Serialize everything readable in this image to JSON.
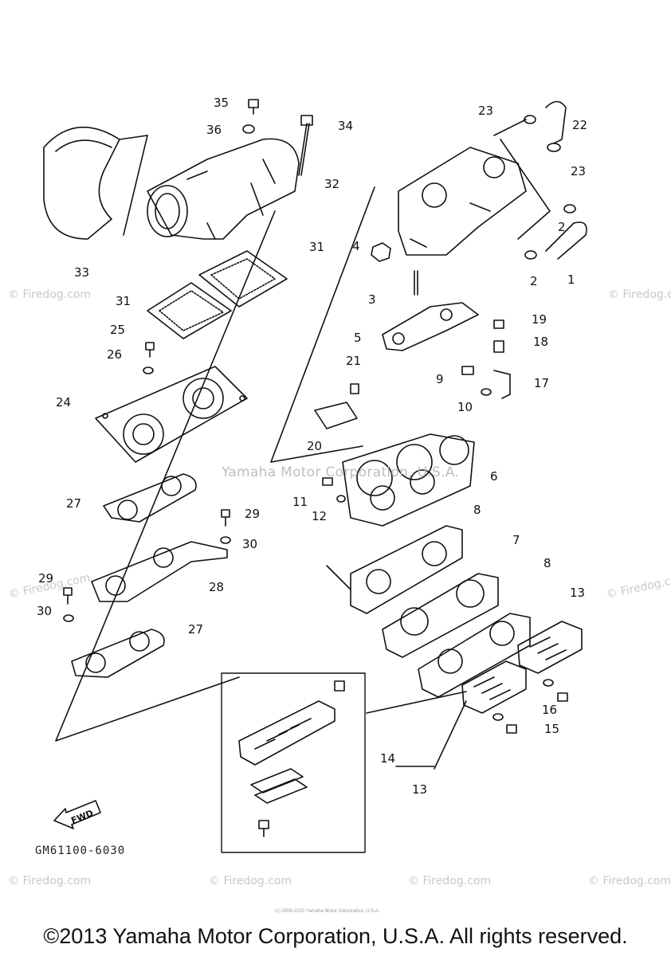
{
  "part_labels": [
    "1",
    "2",
    "2",
    "3",
    "4",
    "5",
    "6",
    "7",
    "8",
    "8",
    "9",
    "10",
    "11",
    "12",
    "13",
    "13",
    "14",
    "15",
    "16",
    "17",
    "18",
    "19",
    "20",
    "21",
    "22",
    "23",
    "23",
    "24",
    "25",
    "26",
    "27",
    "27",
    "28",
    "29",
    "29",
    "30",
    "30",
    "31",
    "31",
    "32",
    "33",
    "34",
    "35",
    "36"
  ],
  "fwd_label": "FWD",
  "diagram_code": "GM61100-6030",
  "center_watermark": "Yamaha Motor Corporation, U.S.A.",
  "watermark_text": "© Firedog.com",
  "tiny_copyright": "(c) 2006-2015 Yamaha Motor Corporation, U.S.A.",
  "copyright": "©2013 Yamaha Motor Corporation, U.S.A. All rights reserved."
}
